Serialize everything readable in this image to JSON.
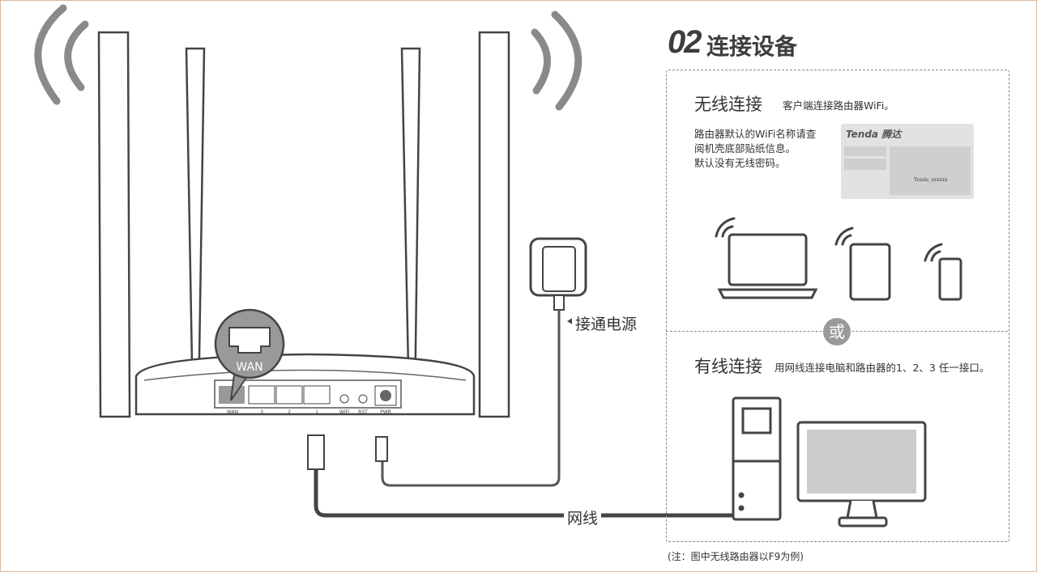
{
  "header": {
    "step_number": "02",
    "title": "连接设备"
  },
  "wireless": {
    "title": "无线连接",
    "subtitle": "客户端连接路由器WiFi。",
    "description": [
      "路由器默认的WiFi名称请查",
      "阅机壳底部贴纸信息。",
      "默认没有无线密码。"
    ],
    "sticker": {
      "brand": "Tenda 腾达",
      "ssid": "Tenda_xxxxxx"
    }
  },
  "or_label": "或",
  "wired": {
    "title": "有线连接",
    "subtitle": "用网线连接电脑和路由器的1、2、3 任一接口。"
  },
  "labels": {
    "power": "接通电源",
    "cable": "网线",
    "wan_callout": "WAN"
  },
  "router_ports": [
    "WAN",
    "3",
    "2",
    "1",
    "WiFi",
    "RST",
    "PWR"
  ],
  "note": "(注：图中无线路由器以F9为例)"
}
